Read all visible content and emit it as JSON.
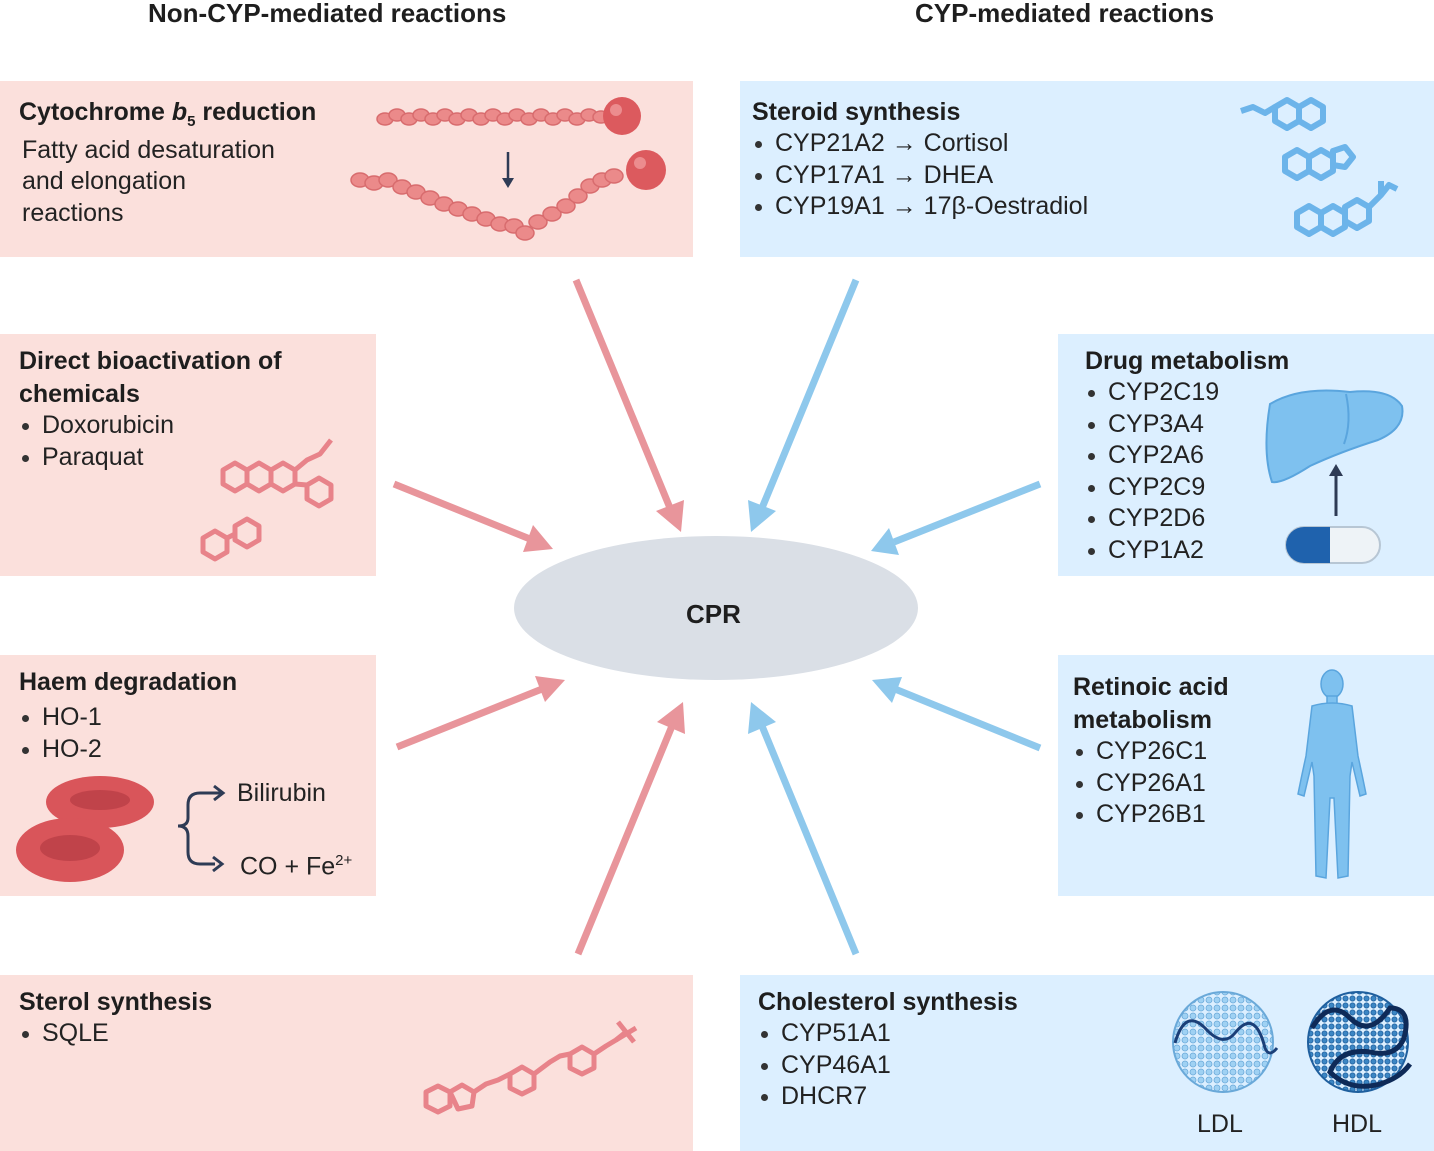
{
  "headers": {
    "left": "Non-CYP-mediated reactions",
    "right": "CYP-mediated reactions"
  },
  "center": {
    "label": "CPR"
  },
  "left_boxes": {
    "cytochrome": {
      "title_prefix": "Cytochrome ",
      "title_italic": "b",
      "title_sub": "5",
      "title_suffix": " reduction",
      "lines": [
        "Fatty acid desaturation",
        "and elongation",
        "reactions"
      ]
    },
    "bioactivation": {
      "title_line1": "Direct bioactivation of",
      "title_line2": "chemicals",
      "items": [
        "Doxorubicin",
        "Paraquat"
      ]
    },
    "haem": {
      "title": "Haem degradation",
      "items": [
        "HO-1",
        "HO-2"
      ],
      "product1": "Bilirubin",
      "product2_base": "CO + Fe",
      "product2_sup": "2+"
    },
    "sterol": {
      "title": "Sterol synthesis",
      "items": [
        "SQLE"
      ]
    }
  },
  "right_boxes": {
    "steroid": {
      "title": "Steroid synthesis",
      "items": [
        "CYP21A2 → Cortisol",
        "CYP17A1 → DHEA",
        "CYP19A1 → 17β-Oestradiol"
      ]
    },
    "drug": {
      "title": "Drug metabolism",
      "items": [
        "CYP2C19",
        "CYP3A4",
        "CYP2A6",
        "CYP2C9",
        "CYP2D6",
        "CYP1A2"
      ]
    },
    "retinoic": {
      "title_line1": "Retinoic acid",
      "title_line2": "metabolism",
      "items": [
        "CYP26C1",
        "CYP26A1",
        "CYP26B1"
      ]
    },
    "cholesterol": {
      "title": "Cholesterol synthesis",
      "items": [
        "CYP51A1",
        "CYP46A1",
        "DHCR7"
      ],
      "ldl_label": "LDL",
      "hdl_label": "HDL"
    }
  },
  "colors": {
    "pink_box": "#fbe0dc",
    "blue_box": "#dcefff",
    "pink_arrow": "#e8959b",
    "blue_arrow": "#8ec8ec",
    "ellipse": "#dadfe6"
  },
  "icons": {
    "cytochrome": "protein-chain-icon",
    "bioactivation": "aromatic-molecule-icon",
    "haem": "red-blood-cell-icon",
    "sterol": "sterol-molecule-icon",
    "steroid": "steroid-molecule-icon",
    "drug": "liver-and-pill-icon",
    "retinoic": "human-body-icon",
    "cholesterol": "lipoprotein-particles-icon"
  }
}
